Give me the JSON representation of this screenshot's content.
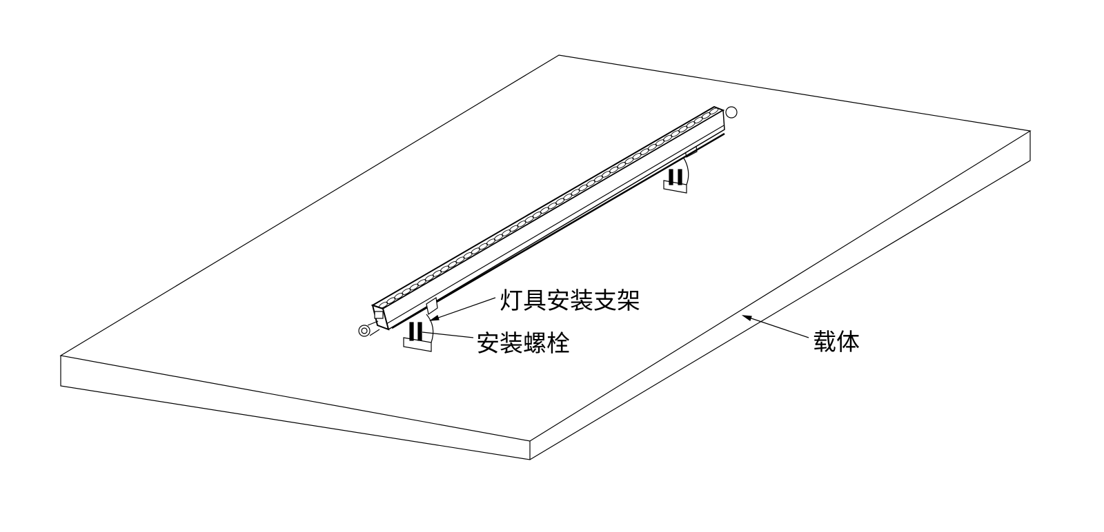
{
  "labels": {
    "fixture_bracket": "灯具安装支架",
    "mounting_bolt": "安装螺栓",
    "carrier": "载体"
  },
  "colors": {
    "line": "#000000",
    "background": "#ffffff"
  }
}
